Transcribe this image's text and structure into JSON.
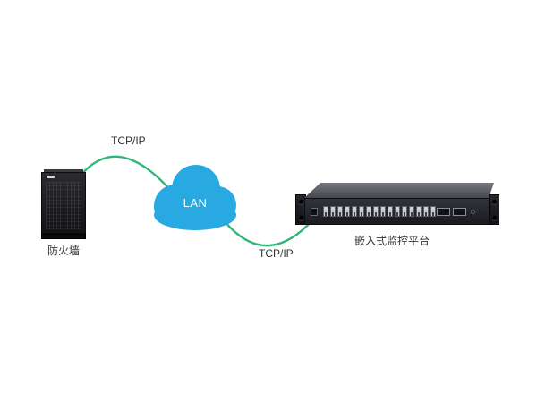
{
  "diagram": {
    "background_color": "#ffffff",
    "link_color": "#2fb676",
    "text_color": "#333333",
    "firewall": {
      "label": "防火墙"
    },
    "cloud": {
      "label": "LAN",
      "color": "#29a9e2"
    },
    "switch": {
      "label": "嵌入式监控平台",
      "rj45_ports": 16,
      "sfp_ports": 2
    },
    "connections": [
      {
        "label": "TCP/IP",
        "from": "firewall",
        "to": "lan-cloud"
      },
      {
        "label": "TCP/IP",
        "from": "lan-cloud",
        "to": "switch"
      }
    ]
  }
}
